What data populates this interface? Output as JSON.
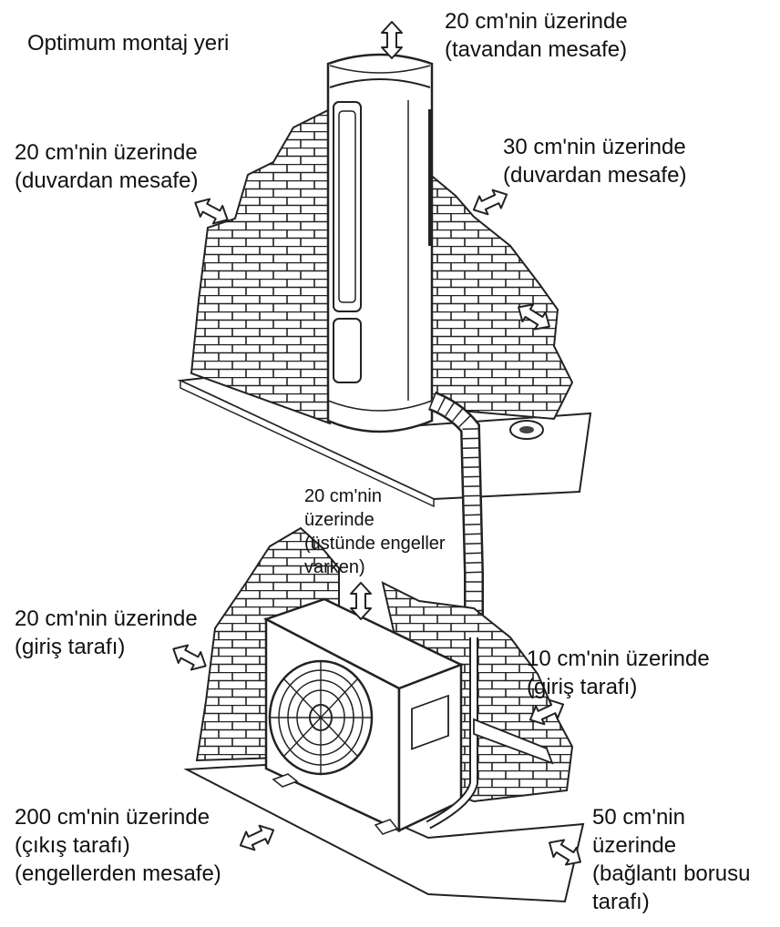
{
  "title": "Optimum montaj yeri",
  "labels": {
    "ceiling": [
      "20 cm'nin üzerinde",
      "(tavandan mesafe)"
    ],
    "wall_left": [
      "20 cm'nin üzerinde",
      "(duvardan mesafe)"
    ],
    "wall_right": [
      "30 cm'nin üzerinde",
      "(duvardan mesafe)"
    ],
    "outdoor_top": [
      "20 cm'nin",
      "üzerinde",
      "(üstünde engeller",
      "varken)"
    ],
    "inlet_left": [
      "20 cm'nin üzerinde",
      "(giriş tarafı)"
    ],
    "inlet_right": [
      "10 cm'nin üzerinde",
      "(giriş tarafı)"
    ],
    "outlet": [
      "200 cm'nin üzerinde",
      "(çıkış tarafı)",
      "(engellerden mesafe)"
    ],
    "pipe_side": [
      "50 cm'nin",
      "üzerinde",
      "(bağlantı borusu",
      "tarafı)"
    ]
  },
  "colors": {
    "line": "#1a1a1a",
    "background": "#ffffff"
  },
  "icons": [
    "double-arrow-icon",
    "fan-icon"
  ]
}
